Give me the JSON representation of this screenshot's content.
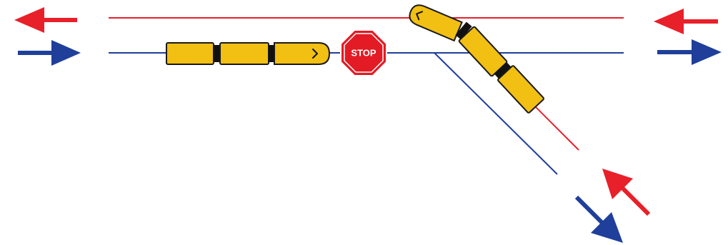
{
  "stop_sign": {
    "text": "STOP"
  },
  "colors": {
    "red_track": "#e8202a",
    "blue_track": "#1f3f9a",
    "train_body": "#f2bf13",
    "train_outline": "#1a1a1a",
    "coupler": "#111111",
    "stop_fill": "#e21b24",
    "background": "#ffffff"
  },
  "icons": {
    "arrow_left_red": "arrow-left-icon",
    "arrow_right_blue": "arrow-right-icon",
    "arrow_diagonal_red": "arrow-up-left-icon",
    "arrow_diagonal_blue": "arrow-down-right-icon",
    "stop_sign": "stop-sign-icon",
    "direction_chevron": "chevron-icon"
  },
  "trains": {
    "waiting_train_cars": 3,
    "moving_train_cars": 3
  }
}
